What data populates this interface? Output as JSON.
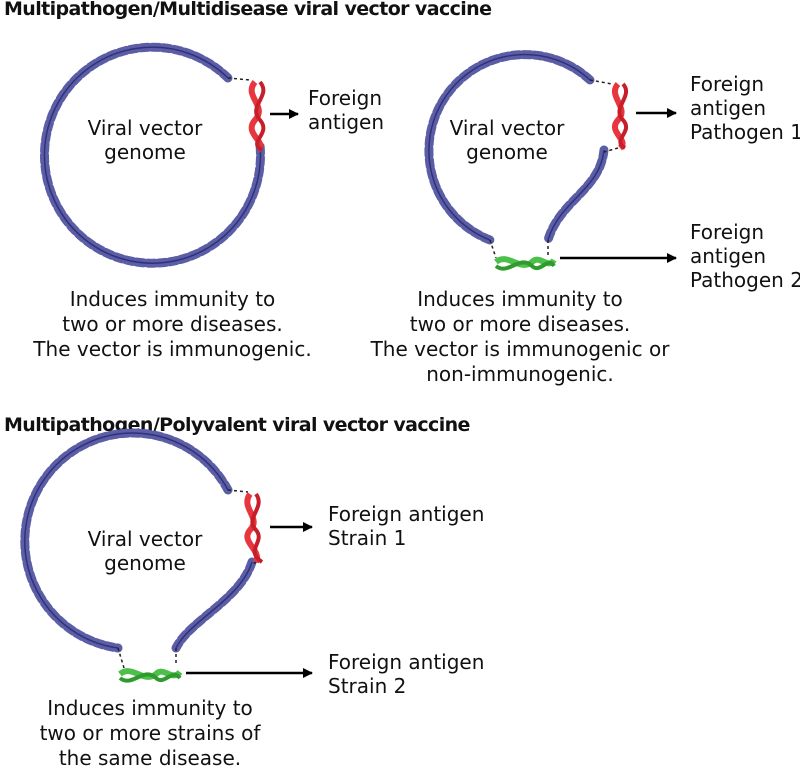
{
  "section1": {
    "title": "Multipathogen/Multidisease viral vector vaccine",
    "left": {
      "genome_line1": "Viral vector",
      "genome_line2": "genome",
      "antigen_line1": "Foreign",
      "antigen_line2": "antigen",
      "caption": [
        "Induces immunity to",
        "two or more diseases.",
        "The vector is immunogenic."
      ]
    },
    "right": {
      "genome_line1": "Viral vector",
      "genome_line2": "genome",
      "antigen1": [
        "Foreign",
        "antigen",
        "Pathogen 1"
      ],
      "antigen2": [
        "Foreign",
        "antigen",
        "Pathogen 2"
      ],
      "caption": [
        "Induces immunity to",
        "two or more diseases.",
        "The vector is immunogenic or",
        "non-immunogenic."
      ]
    }
  },
  "section2": {
    "title": "Multipathogen/Polyvalent viral vector vaccine",
    "genome_line1": "Viral vector",
    "genome_line2": "genome",
    "antigen1": [
      "Foreign antigen",
      "Strain 1"
    ],
    "antigen2": [
      "Foreign antigen",
      "Strain 2"
    ],
    "caption": [
      "Induces immunity to",
      "two or more strains of",
      "the same disease."
    ]
  },
  "colors": {
    "vector_dna": "#5b5ea6",
    "antigen_red": "#e8363f",
    "antigen_green": "#4cc04a",
    "arrow": "#000000"
  }
}
